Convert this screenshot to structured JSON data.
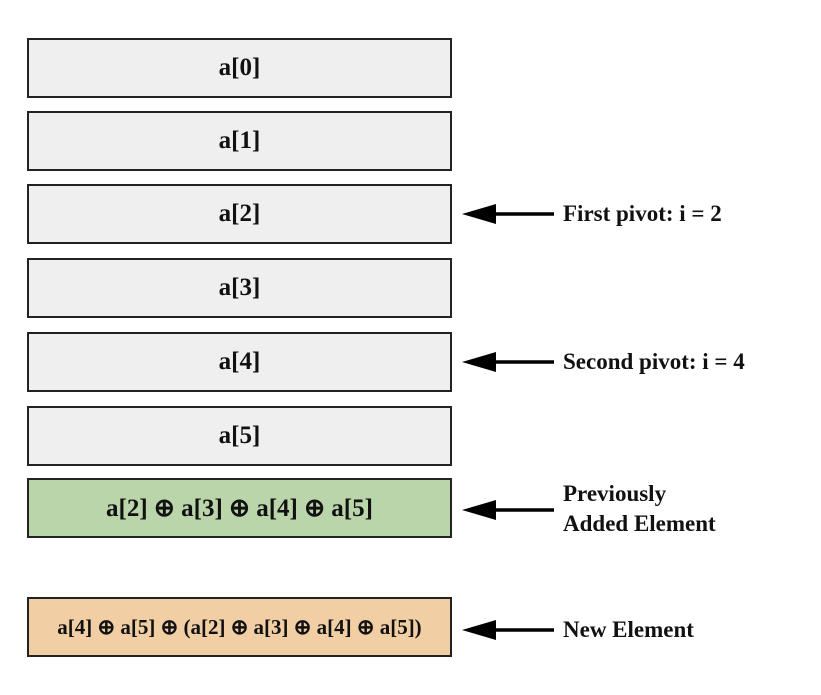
{
  "cells": [
    {
      "text": "a[0]",
      "fill": "#efefef"
    },
    {
      "text": "a[1]",
      "fill": "#efefef"
    },
    {
      "text": "a[2]",
      "fill": "#efefef"
    },
    {
      "text": "a[3]",
      "fill": "#efefef"
    },
    {
      "text": "a[4]",
      "fill": "#efefef"
    },
    {
      "text": "a[5]",
      "fill": "#efefef"
    },
    {
      "text": "a[2] ⊕ a[3] ⊕ a[4] ⊕ a[5]",
      "fill": "#b9d5a9"
    }
  ],
  "new_element": {
    "text": "a[4] ⊕ a[5] ⊕ (a[2] ⊕ a[3] ⊕ a[4] ⊕ a[5])",
    "fill": "#f1cea3"
  },
  "labels": {
    "first_pivot": "First pivot: i = 2",
    "second_pivot": "Second pivot: i = 4",
    "previously_line1": "Previously",
    "previously_line2": "Added Element",
    "new_element": "New Element"
  }
}
